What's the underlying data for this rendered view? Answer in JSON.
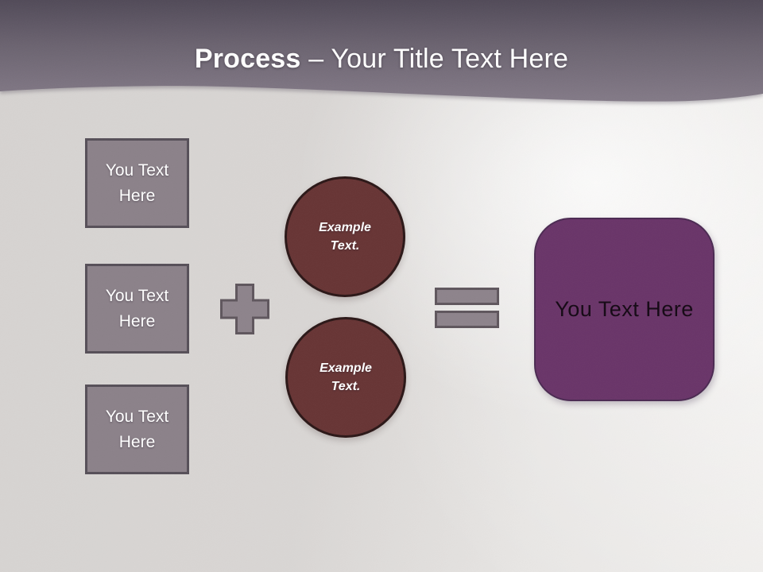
{
  "title": {
    "bold": "Process",
    "separator": "–",
    "regular": "Your Title Text Here"
  },
  "input_boxes": [
    {
      "label": "You Text Here"
    },
    {
      "label": "You Text Here"
    },
    {
      "label": "You Text Here"
    }
  ],
  "operators": {
    "plus": "plus-sign",
    "equals": "equals-sign"
  },
  "example_circles": [
    {
      "label": "Example Text."
    },
    {
      "label": "Example Text."
    }
  ],
  "result_box": {
    "label": "You Text Here"
  },
  "colors": {
    "header_top": "#514a58",
    "header_bottom": "#837a87",
    "title_text": "#ffffff",
    "body_light": "#efedeb",
    "body_dark": "#d6d3d1",
    "input_box_fill": "#8b8189",
    "input_box_border": "#564f58",
    "operator_fill": "#8d838b",
    "operator_border": "#5f565d",
    "circle_fill": "#673434",
    "circle_border": "#2b1717",
    "circle_text": "#ffffff",
    "result_fill": "#693468",
    "result_border": "#4b2a52",
    "result_text": "#140814"
  }
}
